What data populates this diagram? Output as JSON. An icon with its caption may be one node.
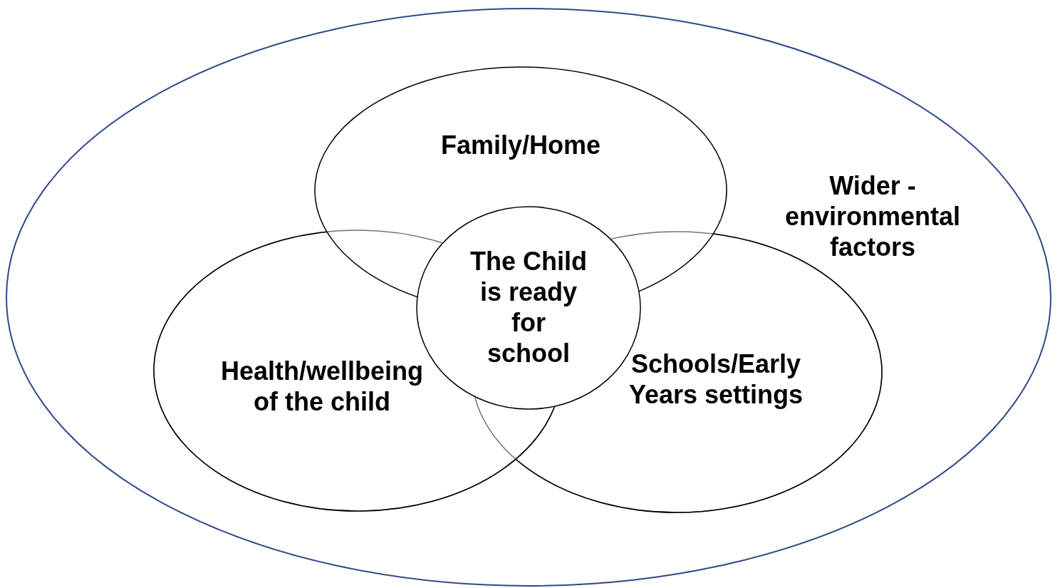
{
  "diagram": {
    "nodes": [
      {
        "text": [
          "Wider - environmental factors"
        ]
      },
      {
        "text": [
          "Family/Home"
        ],
        "in": 0
      },
      {
        "text": [
          "Health/wellbeing of the child"
        ],
        "in": 0
      },
      {
        "text": [
          "Schools/Early Years settings"
        ],
        "in": 0
      },
      {
        "text": [
          "The Child is ready for school"
        ],
        "in": 0
      }
    ]
  }
}
